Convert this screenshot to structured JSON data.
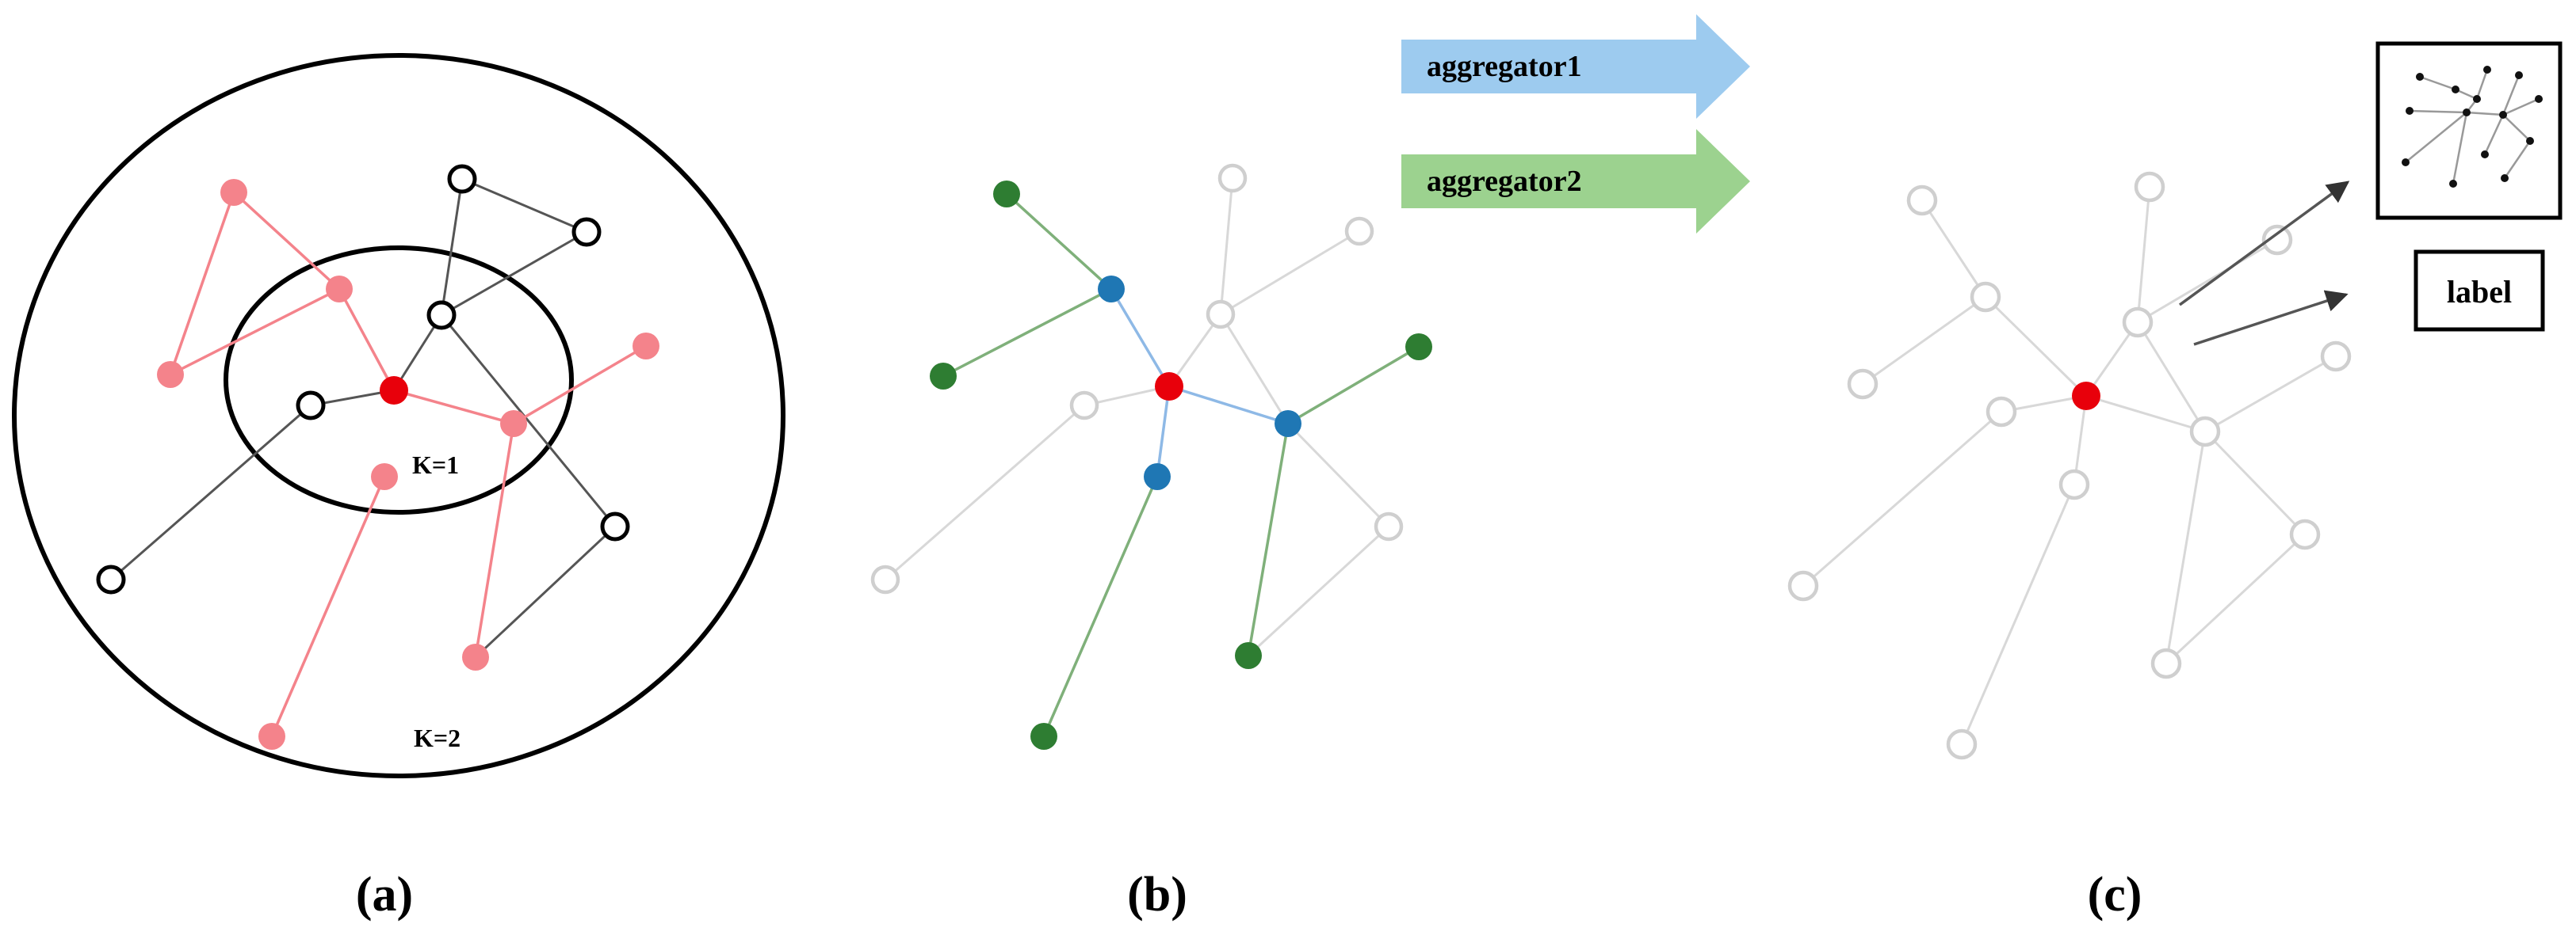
{
  "panels": {
    "a": {
      "caption": "(a)",
      "k1_label": "K=1",
      "k2_label": "K=2"
    },
    "b": {
      "caption": "(b)"
    },
    "c": {
      "caption": "(c)",
      "output_label": "label",
      "graph_icon": "graph-thumbnail-icon"
    }
  },
  "arrows": [
    {
      "label": "aggregator1",
      "color": "#9DCBEF"
    },
    {
      "label": "aggregator2",
      "color": "#9CD28F"
    }
  ],
  "colors": {
    "target_node": "#E8000B",
    "hop1_a": "#F4838B",
    "hop1_b": "#1F77B4",
    "hop2_b": "#2E7D32",
    "faded": "#CFCFCF",
    "edge_dark": "#555555",
    "edge_red": "#F4838B",
    "edge_blue": "#8EB9E6",
    "edge_green": "#7FB07A"
  }
}
